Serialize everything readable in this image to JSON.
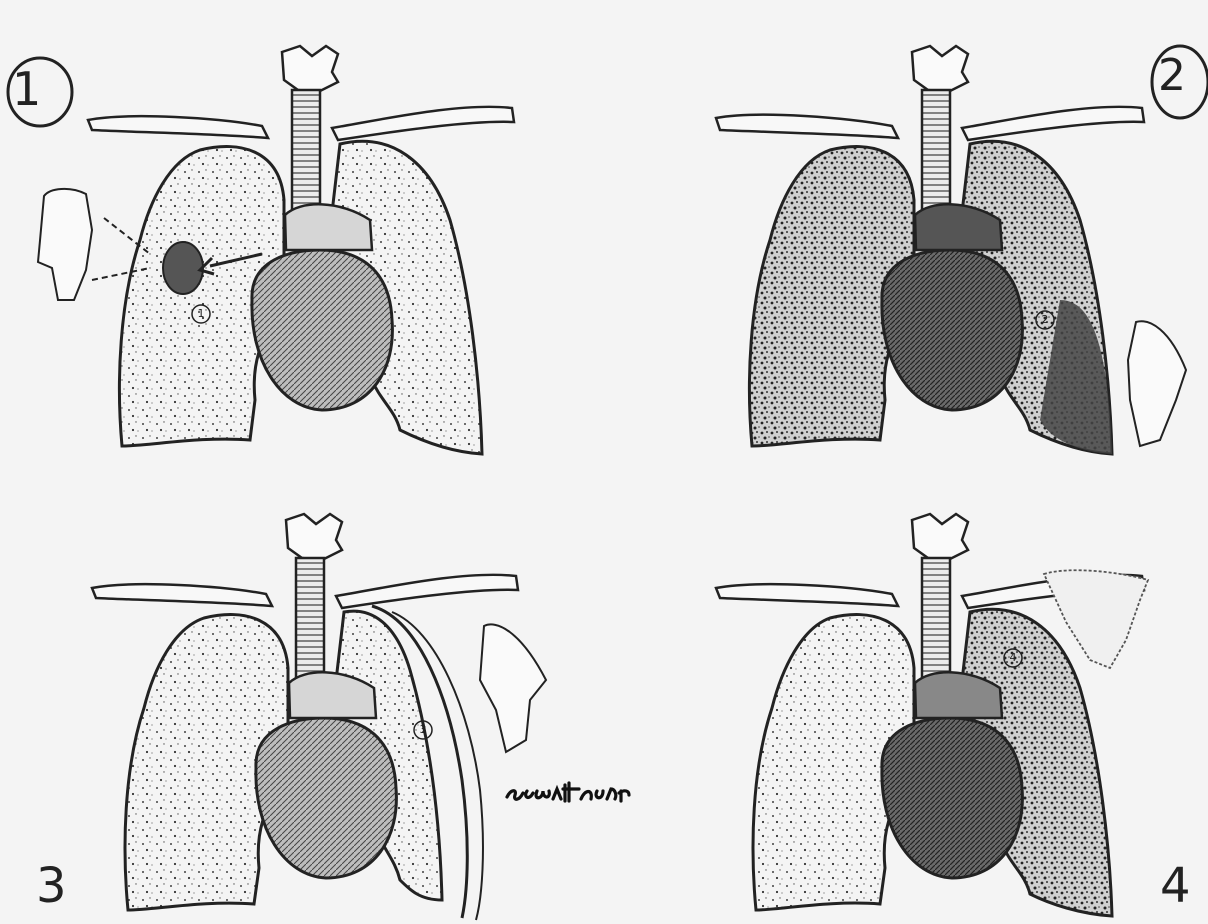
{
  "panels": [
    {
      "label": "1",
      "marker": "1"
    },
    {
      "label": "2",
      "marker": "2"
    },
    {
      "label": "3",
      "marker": "3"
    },
    {
      "label": "4",
      "marker": "4"
    }
  ],
  "signature_text": "scott fitzer",
  "colors": {
    "paper": "#f4f4f4",
    "ink": "#222222",
    "shade": "#555555"
  }
}
